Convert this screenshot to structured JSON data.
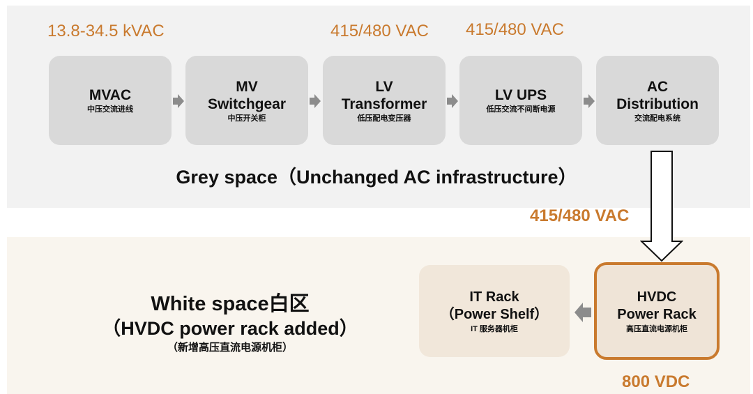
{
  "grey": {
    "voltages": [
      "13.8-34.5 kVAC",
      "415/480 VAC",
      "415/480 VAC"
    ],
    "boxes": [
      {
        "title": [
          "MVAC"
        ],
        "sub": "中压交流进线"
      },
      {
        "title": [
          "MV",
          "Switchgear"
        ],
        "sub": "中压开关柜"
      },
      {
        "title": [
          "LV",
          "Transformer"
        ],
        "sub": "低压配电变压器"
      },
      {
        "title": [
          "LV UPS"
        ],
        "sub": "低压交流不间断电源"
      },
      {
        "title": [
          "AC",
          "Distribution"
        ],
        "sub": "交流配电系统"
      }
    ],
    "caption": "Grey space（Unchanged AC infrastructure）"
  },
  "link_voltage": "415/480 VAC",
  "white": {
    "caption_line1": "White space白区",
    "caption_line2": "（HVDC power rack added）",
    "caption_line3": "（新增高压直流电源机柜）",
    "it_rack": {
      "title": [
        "IT Rack",
        "（Power Shelf）"
      ],
      "sub": "IT 服务器机柜"
    },
    "hvdc_rack": {
      "title": [
        "HVDC",
        "Power Rack"
      ],
      "sub": "高压直流电源机柜"
    },
    "output_voltage": "800 VDC"
  },
  "colors": {
    "accent": "#c97a2e",
    "box": "#d9d9d9",
    "arrow": "#8c8c8c",
    "grey_bg": "#f2f2f2",
    "white_bg": "#f9f5ee"
  }
}
